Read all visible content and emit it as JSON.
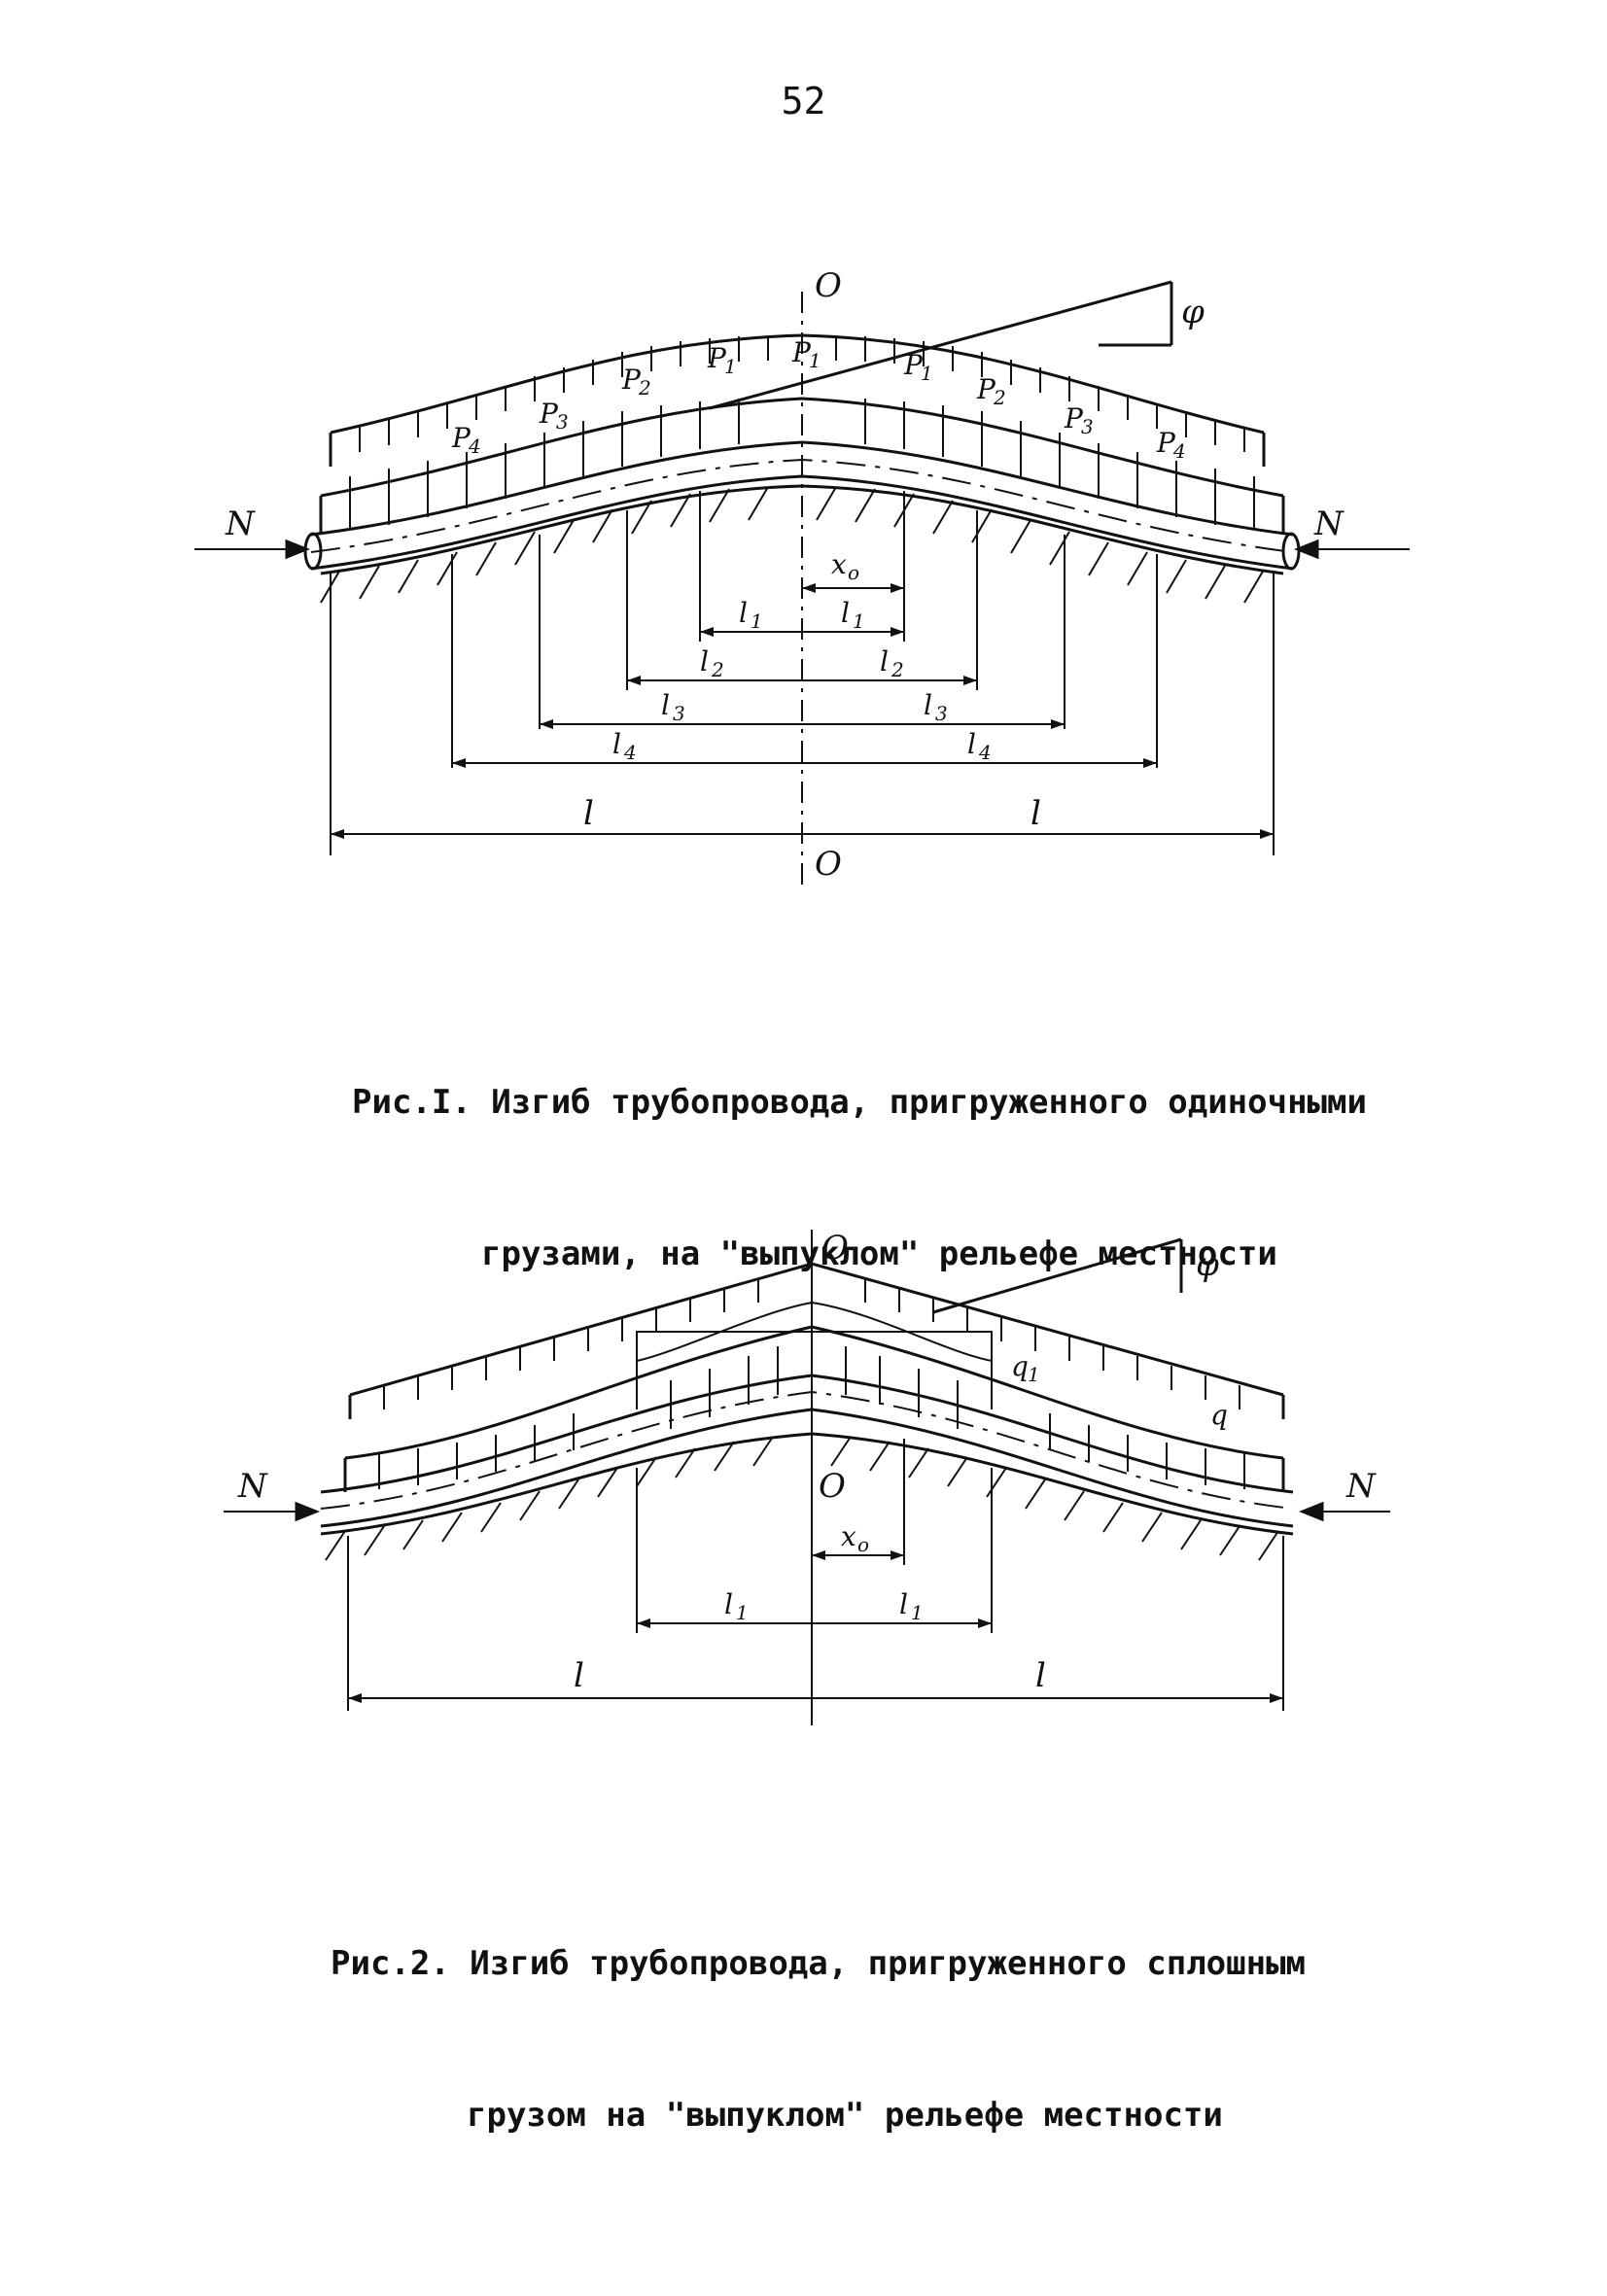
{
  "page_number": "52",
  "figure1": {
    "caption_line1": "Рис.I. Изгиб трубопровода, пригруженного одиночными",
    "caption_line2": "грузами, на \"выпуклом\" рельефе местности",
    "labels": {
      "axis_top": "O",
      "axis_bottom": "O",
      "angle": "φ",
      "force_left": "N",
      "force_right": "N",
      "offset": "x",
      "offset_sub": "o",
      "half_span": "l",
      "loads": [
        "P",
        "P",
        "P",
        "P",
        "P"
      ],
      "load_subs": [
        "4",
        "3",
        "2",
        "1",
        "1"
      ],
      "load_subs_right": [
        "1",
        "2",
        "3",
        "4"
      ],
      "dims": [
        "l",
        "l",
        "l",
        "l"
      ],
      "dim_subs": [
        "1",
        "2",
        "3",
        "4"
      ]
    }
  },
  "figure2": {
    "caption_line1": "Рис.2. Изгиб трубопровода, пригруженного сплошным",
    "caption_line2": "грузом на \"выпуклом\" рельефе местности",
    "labels": {
      "axis_top": "O",
      "axis_mid": "O",
      "angle": "φ",
      "force_left": "N",
      "force_right": "N",
      "offset": "x",
      "offset_sub": "o",
      "load_q1": "q",
      "load_q1_sub": "1",
      "load_q": "q",
      "dim": "l",
      "dim_sub": "1",
      "half_span": "l"
    }
  }
}
